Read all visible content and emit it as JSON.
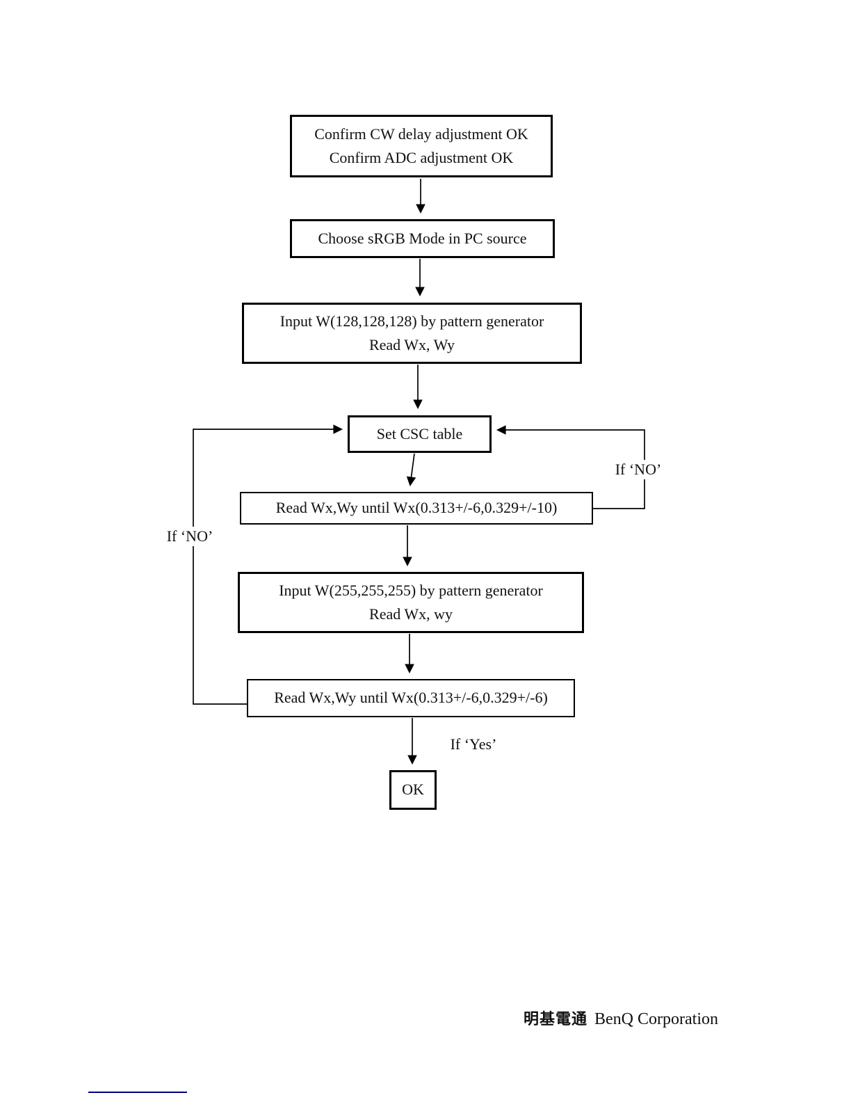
{
  "flowchart": {
    "nodes": {
      "confirm": {
        "line1": "Confirm CW delay adjustment OK",
        "line2": "Confirm ADC adjustment OK"
      },
      "choose_srgb": {
        "line1": "Choose sRGB Mode in PC source"
      },
      "input_128": {
        "line1": "Input W(128,128,128) by pattern generator",
        "line2": "Read Wx, Wy"
      },
      "set_csc": {
        "line1": "Set CSC table"
      },
      "read_until_10": {
        "line1": "Read Wx,Wy until Wx(0.313+/-6,0.329+/-10)"
      },
      "input_255": {
        "line1": "Input W(255,255,255) by pattern generator",
        "line2": "Read Wx, wy"
      },
      "read_until_6": {
        "line1": "Read Wx,Wy until Wx(0.313+/-6,0.329+/-6)"
      },
      "ok": {
        "line1": "OK"
      }
    },
    "labels": {
      "if_no_right": "If ‘NO’",
      "if_no_left": "If ‘NO’",
      "if_yes": "If ‘Yes’"
    },
    "line_color": "#000000"
  },
  "footer": {
    "cjk": "明基電通",
    "company": "BenQ Corporation"
  },
  "divider_color": "#000080"
}
